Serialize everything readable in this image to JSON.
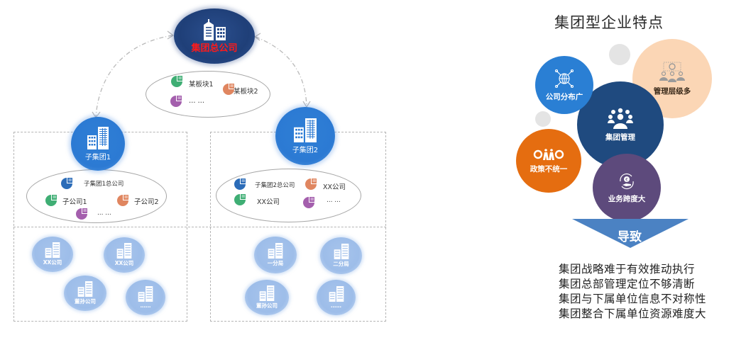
{
  "left_diagram": {
    "headquarters": {
      "label": "集团总公司",
      "icon": "building-icon",
      "label_color": "#ff1a1a"
    },
    "hq_segments": {
      "items": [
        {
          "label": "某板块1",
          "color": "#3fae74"
        },
        {
          "label": "某板块2",
          "color": "#e08660"
        },
        {
          "label": "… …",
          "color": "#a45fad"
        }
      ]
    },
    "subgroups": [
      {
        "label": "子集团1",
        "icon": "building-icon",
        "members": [
          {
            "label": "子集团1总公司",
            "color": "#2b6cb8"
          },
          {
            "label": "子公司1",
            "color": "#3fae74"
          },
          {
            "label": "子公司2",
            "color": "#e08660"
          },
          {
            "label": "… …",
            "color": "#a45fad"
          }
        ],
        "units": [
          {
            "label": "XX公司"
          },
          {
            "label": "XX公司"
          },
          {
            "label": "董孙公司"
          },
          {
            "label": "……"
          }
        ]
      },
      {
        "label": "子集团2",
        "icon": "building-icon",
        "members": [
          {
            "label": "子集团2总公司",
            "color": "#2b6cb8"
          },
          {
            "label": "XX公司",
            "color": "#e08660"
          },
          {
            "label": "XX公司",
            "color": "#3fae74"
          },
          {
            "label": "… …",
            "color": "#a45fad"
          }
        ],
        "units": [
          {
            "label": "一分局"
          },
          {
            "label": "二分局"
          },
          {
            "label": "董孙公司"
          },
          {
            "label": "……"
          }
        ]
      }
    ]
  },
  "right_panel": {
    "title": "集团型企业特点",
    "center": {
      "label": "集团管理",
      "icon": "team-icon",
      "color": "#1f4a7f"
    },
    "features": [
      {
        "label": "公司分布广",
        "icon": "globe-network-icon",
        "color": "#2a7fd4",
        "text_color": "#ffffff"
      },
      {
        "label": "管理层级多",
        "icon": "hierarchy-gear-icon",
        "color": "#fbd6b5",
        "text_color": "#3a2a1a"
      },
      {
        "label": "政策不统一",
        "icon": "gears-people-icon",
        "color": "#e56d10",
        "text_color": "#ffffff"
      },
      {
        "label": "业务跨度大",
        "icon": "money-hand-icon",
        "color": "#5d4a7c",
        "text_color": "#ffffff"
      }
    ],
    "arrow": {
      "label": "导致",
      "color": "#4b82c3"
    },
    "results": [
      "集团战略难于有效推动执行",
      "集团总部管理定位不够清断",
      "集团与下属单位信息不对称性",
      "集团整合下属单位资源难度大"
    ]
  }
}
